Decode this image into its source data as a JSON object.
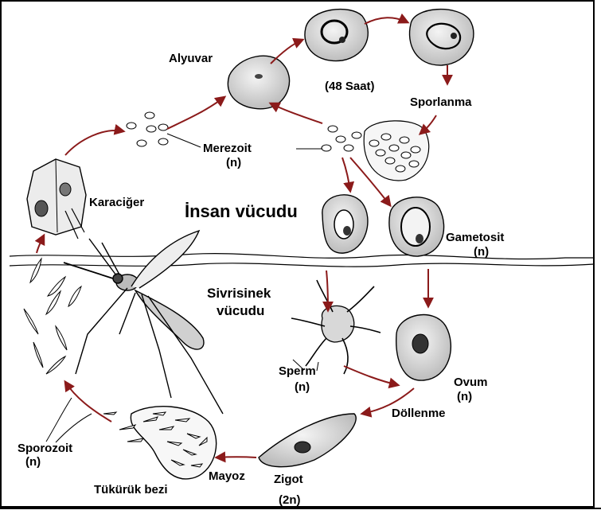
{
  "labels": {
    "alyuvar": "Alyuvar",
    "saat": "(48 Saat)",
    "sporlanma": "Sporlanma",
    "merezoit": "Merezoit",
    "merezoit_n": "(n)",
    "karaciger": "Karaciğer",
    "insan_vucudu": "İnsan vücudu",
    "gametosit": "Gametosit",
    "gametosit_n": "(n)",
    "sivrisinek_1": "Sivrisinek",
    "sivrisinek_2": "vücudu",
    "sperm": "Sperm",
    "sperm_n": "(n)",
    "ovum": "Ovum",
    "ovum_n": "(n)",
    "dollenme": "Döllenme",
    "sporozoit": "Sporozoit",
    "sporozoit_n": "(n)",
    "mayoz": "Mayoz",
    "zigot": "Zigot",
    "zigot_2n": "(2n)",
    "tukuruk_bezi": "Tükürük bezi"
  },
  "colors": {
    "arrow": "#8b1a1a",
    "ink": "#000000",
    "cell_fill": "#e4e4e4",
    "nucleus": "#333333"
  }
}
